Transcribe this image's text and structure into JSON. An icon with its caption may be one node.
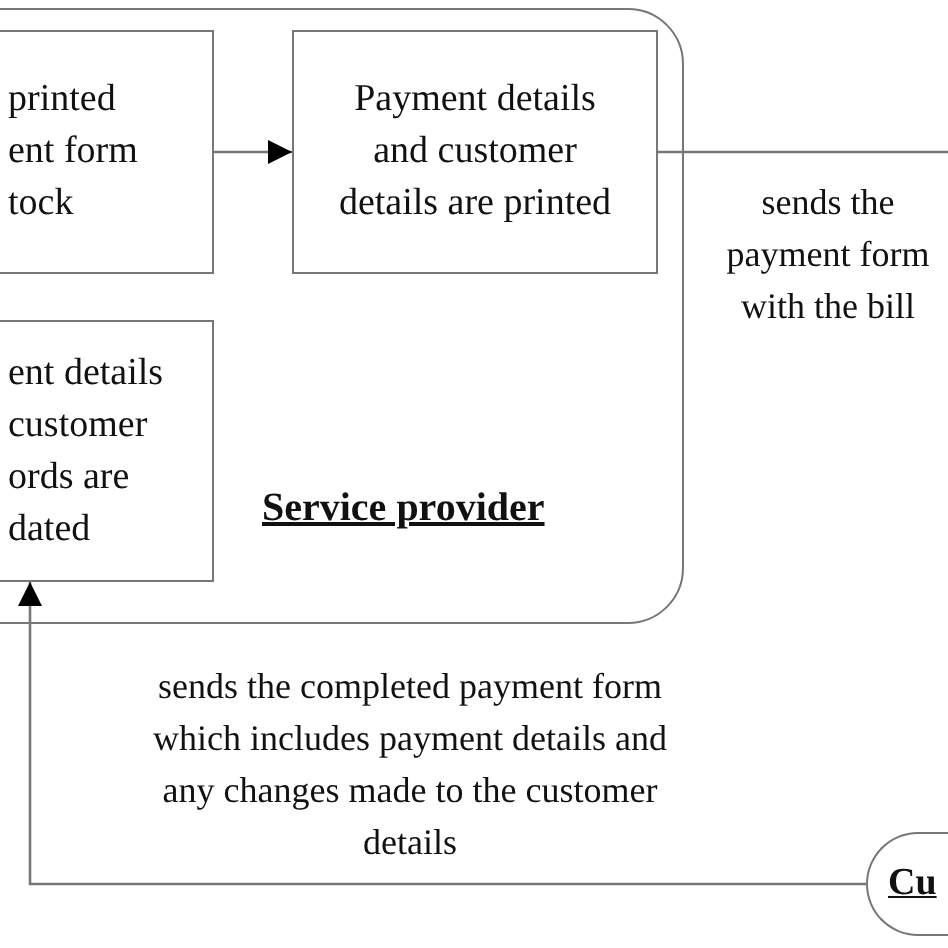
{
  "diagram": {
    "nodes": [
      {
        "text": [
          "Service provider"
        ]
      },
      {
        "text": [
          "printed ent form tock"
        ],
        "in": 0
      },
      {
        "text": [
          "Payment details and customer details are printed"
        ],
        "in": 0
      },
      {
        "text": [
          "ent details customer ords are dated"
        ],
        "in": 0
      },
      {
        "text": [
          "Cu"
        ]
      }
    ],
    "edges": [
      {
        "from": 1,
        "to": 2,
        "arrow": "to"
      },
      {
        "from": 2,
        "to": null,
        "arrow": "none",
        "label": "sends the payment form with the bill"
      },
      {
        "from": 4,
        "to": 3,
        "arrow": "to",
        "label": "sends the completed payment form which includes payment details and any changes made to the customer details"
      }
    ]
  }
}
